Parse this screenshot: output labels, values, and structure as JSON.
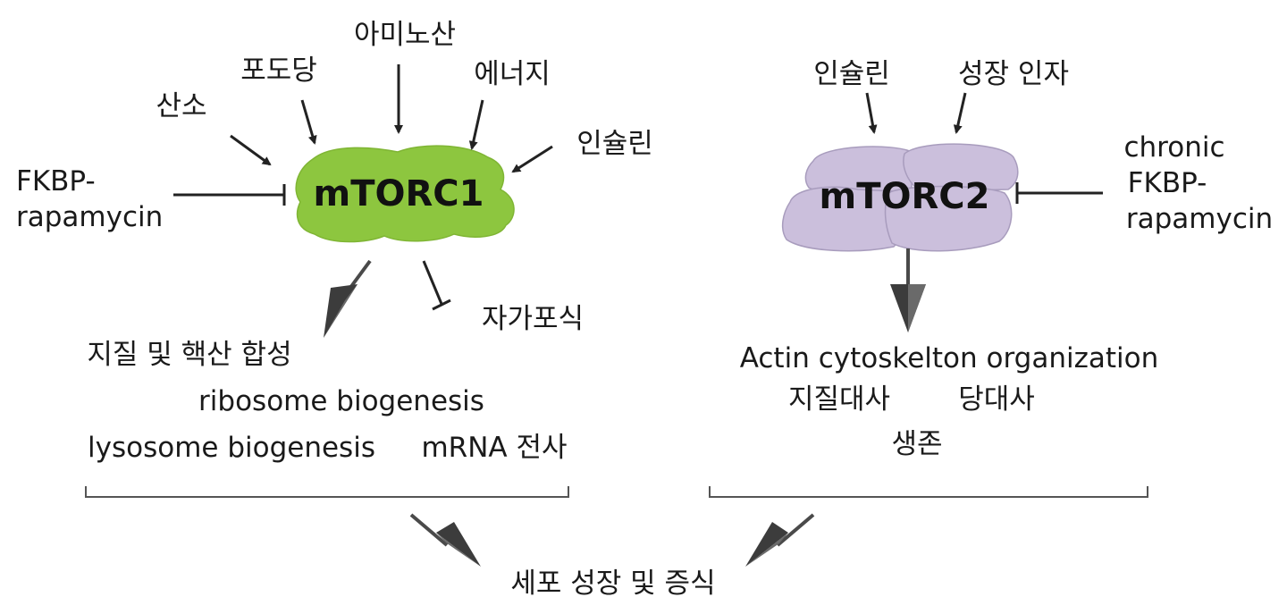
{
  "colors": {
    "mtorc1_fill": "#8dc63f",
    "mtorc2_fill": "#cbbfdc",
    "mtorc2_outline": "#a89cbd",
    "arrow": "#222222",
    "big_arrow": "#4a4a4a",
    "bracket": "#555555"
  },
  "mtorc1": {
    "name": "mTORC1",
    "inputs": {
      "oxygen": "산소",
      "glucose": "포도당",
      "amino_acids": "아미노산",
      "energy": "에너지",
      "insulin": "인슐린"
    },
    "inhibitor": {
      "line1": "FKBP-",
      "line2": "rapamycin"
    },
    "inhibited_process": "자가포식",
    "outputs": {
      "synthesis": "지질 및 핵산 합성",
      "ribosome": "ribosome biogenesis",
      "lysosome": "lysosome biogenesis",
      "transcription": "mRNA 전사"
    }
  },
  "mtorc2": {
    "name": "mTORC2",
    "inputs": {
      "insulin": "인슐린",
      "growth_factor": "성장 인자"
    },
    "inhibitor": {
      "line1": "chronic",
      "line2": "FKBP-",
      "line3": "rapamycin"
    },
    "outputs": {
      "actin": "Actin cytoskelton organization",
      "lipid_metabolism": "지질대사",
      "glucose_metabolism": "당대사",
      "survival": "생존"
    }
  },
  "final_outcome": "세포 성장 및 증식"
}
